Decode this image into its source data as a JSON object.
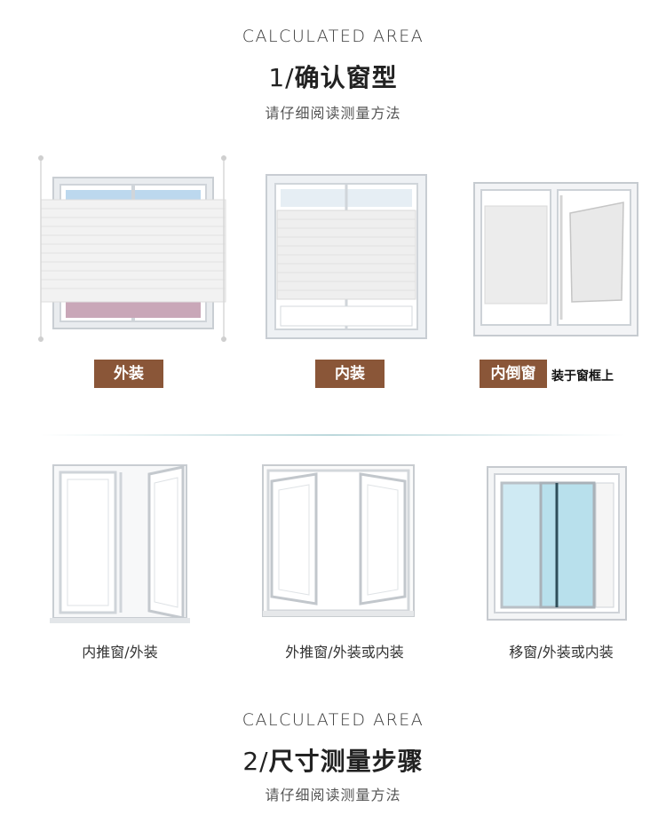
{
  "section1": {
    "eyebrow": "CALCULATED AREA",
    "num": "1/",
    "title": "确认窗型",
    "subtitle": "请仔细阅读测量方法"
  },
  "mount_types": [
    {
      "label": "外装"
    },
    {
      "label": "内装"
    },
    {
      "label": "内倒窗",
      "note": "装于窗框上"
    }
  ],
  "window_types": [
    {
      "label": "内推窗/外装"
    },
    {
      "label": "外推窗/外装或内装"
    },
    {
      "label": "移窗/外装或内装"
    }
  ],
  "section2": {
    "eyebrow": "CALCULATED AREA",
    "num": "2/",
    "title": "尺寸测量步骤",
    "subtitle": "请仔细阅读测量方法"
  },
  "colors": {
    "tag_bg": "#8a5638",
    "divider": "#a0c8cd"
  }
}
